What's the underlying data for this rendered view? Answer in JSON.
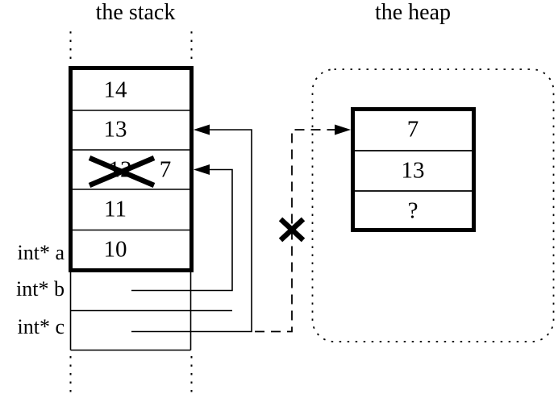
{
  "colors": {
    "ink": "#000000",
    "background": "#ffffff"
  },
  "stack": {
    "title": "the stack",
    "cells": [
      {
        "value": "14"
      },
      {
        "value": "13"
      },
      {
        "old": "12",
        "new": "7",
        "crossed_out": true
      },
      {
        "value": "11"
      },
      {
        "value": "10"
      }
    ],
    "labels": {
      "a": "int* a",
      "b": "int* b",
      "c": "int* c"
    }
  },
  "heap": {
    "title": "the heap",
    "cells": [
      {
        "value": "7"
      },
      {
        "value": "13"
      },
      {
        "value": "?"
      }
    ]
  },
  "icons": {
    "overwritten_value_x": "x-cross",
    "freed_pointer_x": "x-cross",
    "arrowhead": "filled-triangle"
  }
}
